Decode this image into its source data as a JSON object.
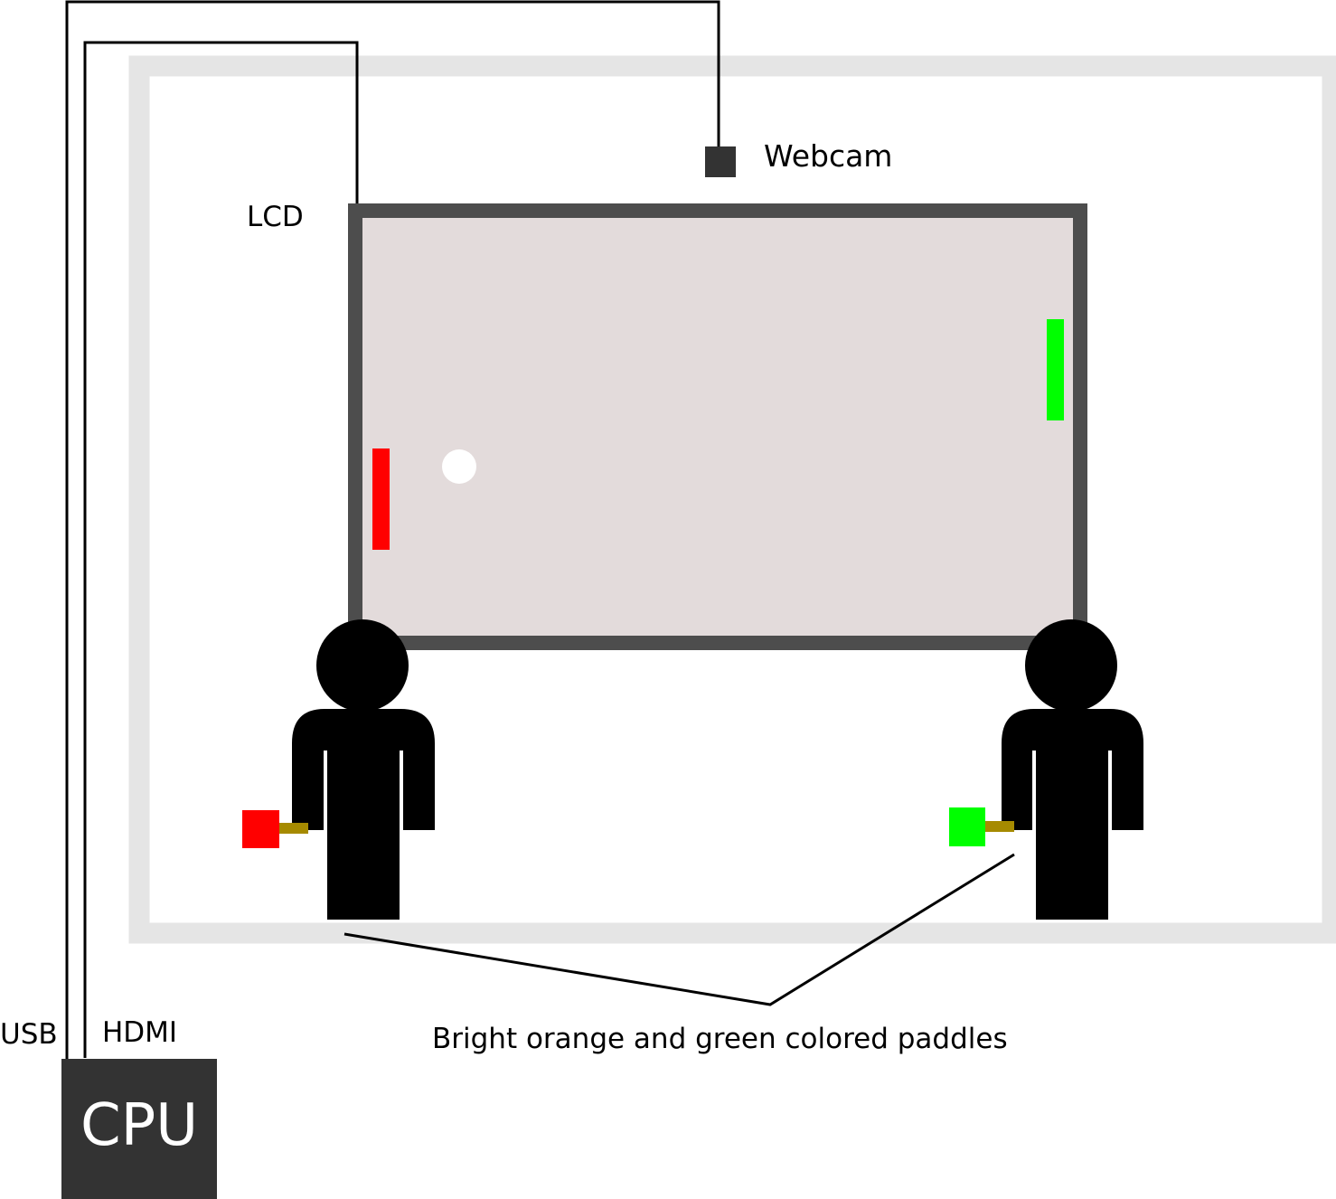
{
  "labels": {
    "webcam": "Webcam",
    "lcd": "LCD",
    "usb": "USB",
    "hdmi": "HDMI",
    "cpu": "CPU",
    "paddles_caption": "Bright orange and green colored paddles"
  },
  "colors": {
    "room_border": "#e5e5e5",
    "screen_fill": "#e3dbdb",
    "screen_bezel": "#4d4d4d",
    "webcam": "#333333",
    "cpu_box": "#333333",
    "cpu_text": "#ffffff",
    "left_paddle": "#ff0000",
    "right_paddle": "#00ff00",
    "paddle_handle": "#a68a00",
    "ball": "#ffffff",
    "person": "#000000",
    "cable": "#000000"
  }
}
